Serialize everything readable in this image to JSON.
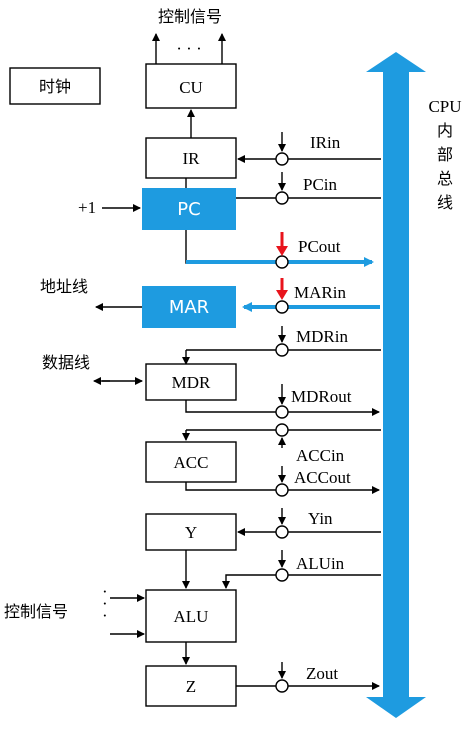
{
  "colors": {
    "bus": "#1e9be0",
    "highlight_box": "#1e9be0",
    "red_arrow": "#e8141c",
    "line": "#000000"
  },
  "labels": {
    "clock": "时钟",
    "control_signals_top": "控制信号",
    "dots_top": "· · ·",
    "cu": "CU",
    "ir": "IR",
    "pc": "PC",
    "mar": "MAR",
    "mdr": "MDR",
    "acc": "ACC",
    "y": "Y",
    "alu": "ALU",
    "z": "Z",
    "plus_one": "+1",
    "address_line": "地址线",
    "data_line": "数据线",
    "control_signals_left": "控制信号",
    "bus_label": [
      "CPU",
      "内",
      "部",
      "总",
      "线"
    ]
  },
  "signals": [
    "IRin",
    "PCin",
    "PCout",
    "MARin",
    "MDRin",
    "MDRout",
    "ACCin",
    "ACCout",
    "Yin",
    "ALUin",
    "Zout"
  ]
}
